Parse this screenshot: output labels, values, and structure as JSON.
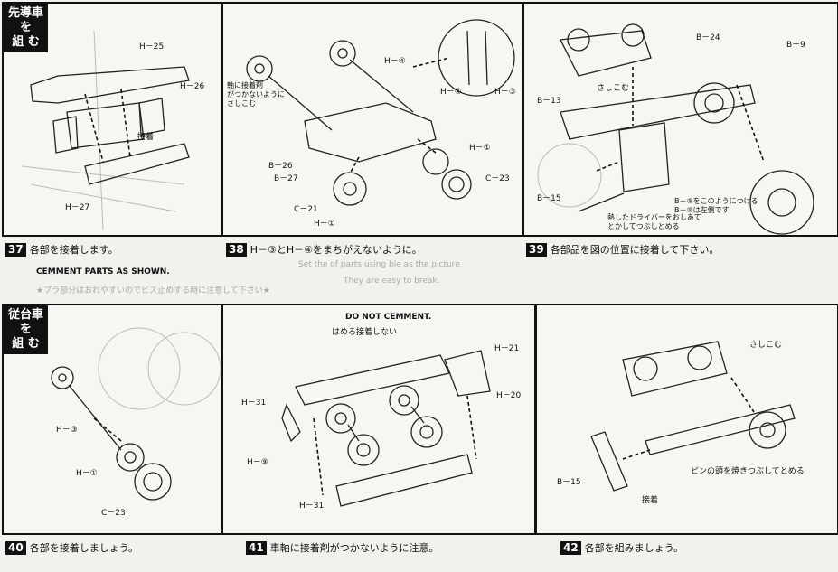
{
  "top_row": {
    "p1": {
      "tag": "先導車\nを\n組 む",
      "labels": [
        "H－25",
        "H－26",
        "接着",
        "H－27"
      ]
    },
    "p2": {
      "labels": [
        "H－④",
        "軸に接着剤\nがつかないように\nさしこむ",
        "H－④",
        "H－③",
        "H－①",
        "B－26",
        "B－27",
        "C－21",
        "H－①",
        "C－23"
      ]
    },
    "p3": {
      "labels": [
        "B－24",
        "B－9",
        "B－13",
        "さしこむ",
        "B－15",
        "B－⑨をこのようにつける\nB－⑩は左側です",
        "熱したドライバーをおしあて\nとかしてつぶしとめる"
      ]
    }
  },
  "captions_top": {
    "c37": {
      "num": "37",
      "text": "各部を接着します。"
    },
    "c38": {
      "num": "38",
      "text": "H－③とH－④をまちがえないように。"
    },
    "c39": {
      "num": "39",
      "text": "各部品を図の位置に接着して下さい。"
    },
    "english": "CEMMENT PARTS AS SHOWN.",
    "ghost1": "Set the of parts using ble as the picture",
    "ghost2": "They are easy to break.",
    "ghost3": "★プラ部分はおれやすいのでビス止めする時に注意して下さい★"
  },
  "bottom_row": {
    "p4": {
      "tag": "従台車\nを\n組 む",
      "labels": [
        "H－③",
        "H－①",
        "C－23"
      ]
    },
    "p5": {
      "heading": "DO NOT CEMMENT.",
      "subheading": "はめる接着しない",
      "labels": [
        "H－21",
        "H－20",
        "H－31",
        "H－⑨",
        "H－31"
      ]
    },
    "p6": {
      "labels": [
        "さしこむ",
        "B－15",
        "ピンの頭を焼きつぶしてとめる",
        "接着"
      ]
    }
  },
  "captions_bottom": {
    "c40": {
      "num": "40",
      "text": "各部を接着しましょう。"
    },
    "c41": {
      "num": "41",
      "text": "車軸に接着剤がつかないように注意。"
    },
    "c42": {
      "num": "42",
      "text": "各部を組みましょう。"
    }
  }
}
